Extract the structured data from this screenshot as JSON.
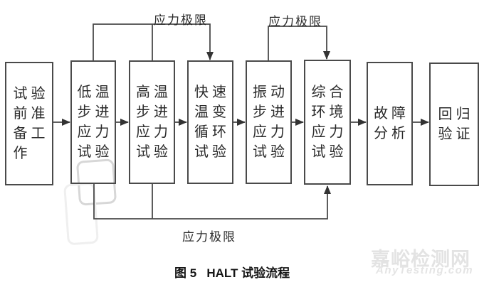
{
  "diagram": {
    "type": "flowchart",
    "caption": "图 5   HALT 试验流程",
    "line_color": "#4a4a4a",
    "arrow_color": "#333333",
    "text_color": "#2b2b2b",
    "nodes": [
      {
        "id": "prep",
        "label": "试验\n前准\n备工\n作"
      },
      {
        "id": "low-temp-step",
        "label": "低温\n步进\n应力\n试验"
      },
      {
        "id": "high-temp-step",
        "label": "高温\n步进\n应力\n试验"
      },
      {
        "id": "rapid-thermal-cycle",
        "label": "快速\n温变\n循环\n试验"
      },
      {
        "id": "vibration-step",
        "label": "振动\n步进\n应力\n试验"
      },
      {
        "id": "combined-env-stress",
        "label": "综合\n环境\n应力\n试验"
      },
      {
        "id": "failure-analysis",
        "label": "故障\n分析"
      },
      {
        "id": "regression-verify",
        "label": "回归\n验证"
      }
    ],
    "edges": [
      {
        "from": "prep",
        "to": "low-temp-step"
      },
      {
        "from": "low-temp-step",
        "to": "high-temp-step"
      },
      {
        "from": "high-temp-step",
        "to": "rapid-thermal-cycle"
      },
      {
        "from": "rapid-thermal-cycle",
        "to": "vibration-step"
      },
      {
        "from": "vibration-step",
        "to": "combined-env-stress"
      },
      {
        "from": "combined-env-stress",
        "to": "failure-analysis"
      },
      {
        "from": "failure-analysis",
        "to": "regression-verify"
      },
      {
        "from": "low-temp-step,high-temp-step",
        "to": "rapid-thermal-cycle",
        "label": "应力极限",
        "route": "top"
      },
      {
        "from": "vibration-step",
        "to": "combined-env-stress",
        "label": "应力极限",
        "route": "top"
      },
      {
        "from": "low-temp-step,high-temp-step",
        "to": "combined-env-stress",
        "label": "应力极限",
        "route": "bottom"
      }
    ],
    "stress_limit_labels": {
      "top_left": "应力极限",
      "top_right": "应力极限",
      "bottom": "应力极限"
    }
  },
  "watermark": {
    "site_name": "嘉峪检测网",
    "site_url": "AnyTesting.com",
    "color": "#e3e3e3"
  }
}
